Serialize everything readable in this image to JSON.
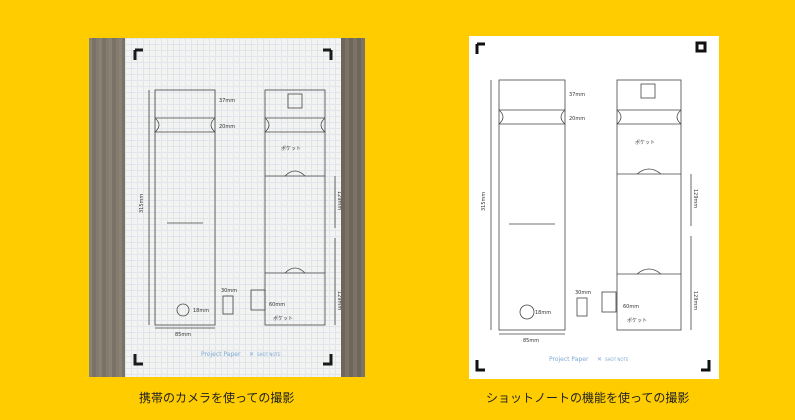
{
  "left_panel": {
    "caption": "携帯のカメラを使っての撮影",
    "footer_brand": "Project Paper",
    "footer_sub": "SHOT NOTE"
  },
  "right_panel": {
    "caption": "ショットノートの機能を使っての撮影",
    "footer_brand": "Project Paper",
    "footer_sub": "SHOT NOTE"
  },
  "sketch": {
    "label_37": "37mm",
    "label_20": "20mm",
    "label_315": "315mm",
    "label_85": "85mm",
    "label_18": "18mm",
    "label_30": "30mm",
    "label_60": "60mm",
    "label_129a": "129mm",
    "label_129b": "129mm",
    "label_pocket1": "ポケット",
    "label_pocket2": "ポケット"
  },
  "colors": {
    "background": "#FFCC00",
    "brand_blue": "#7fa9d6"
  }
}
